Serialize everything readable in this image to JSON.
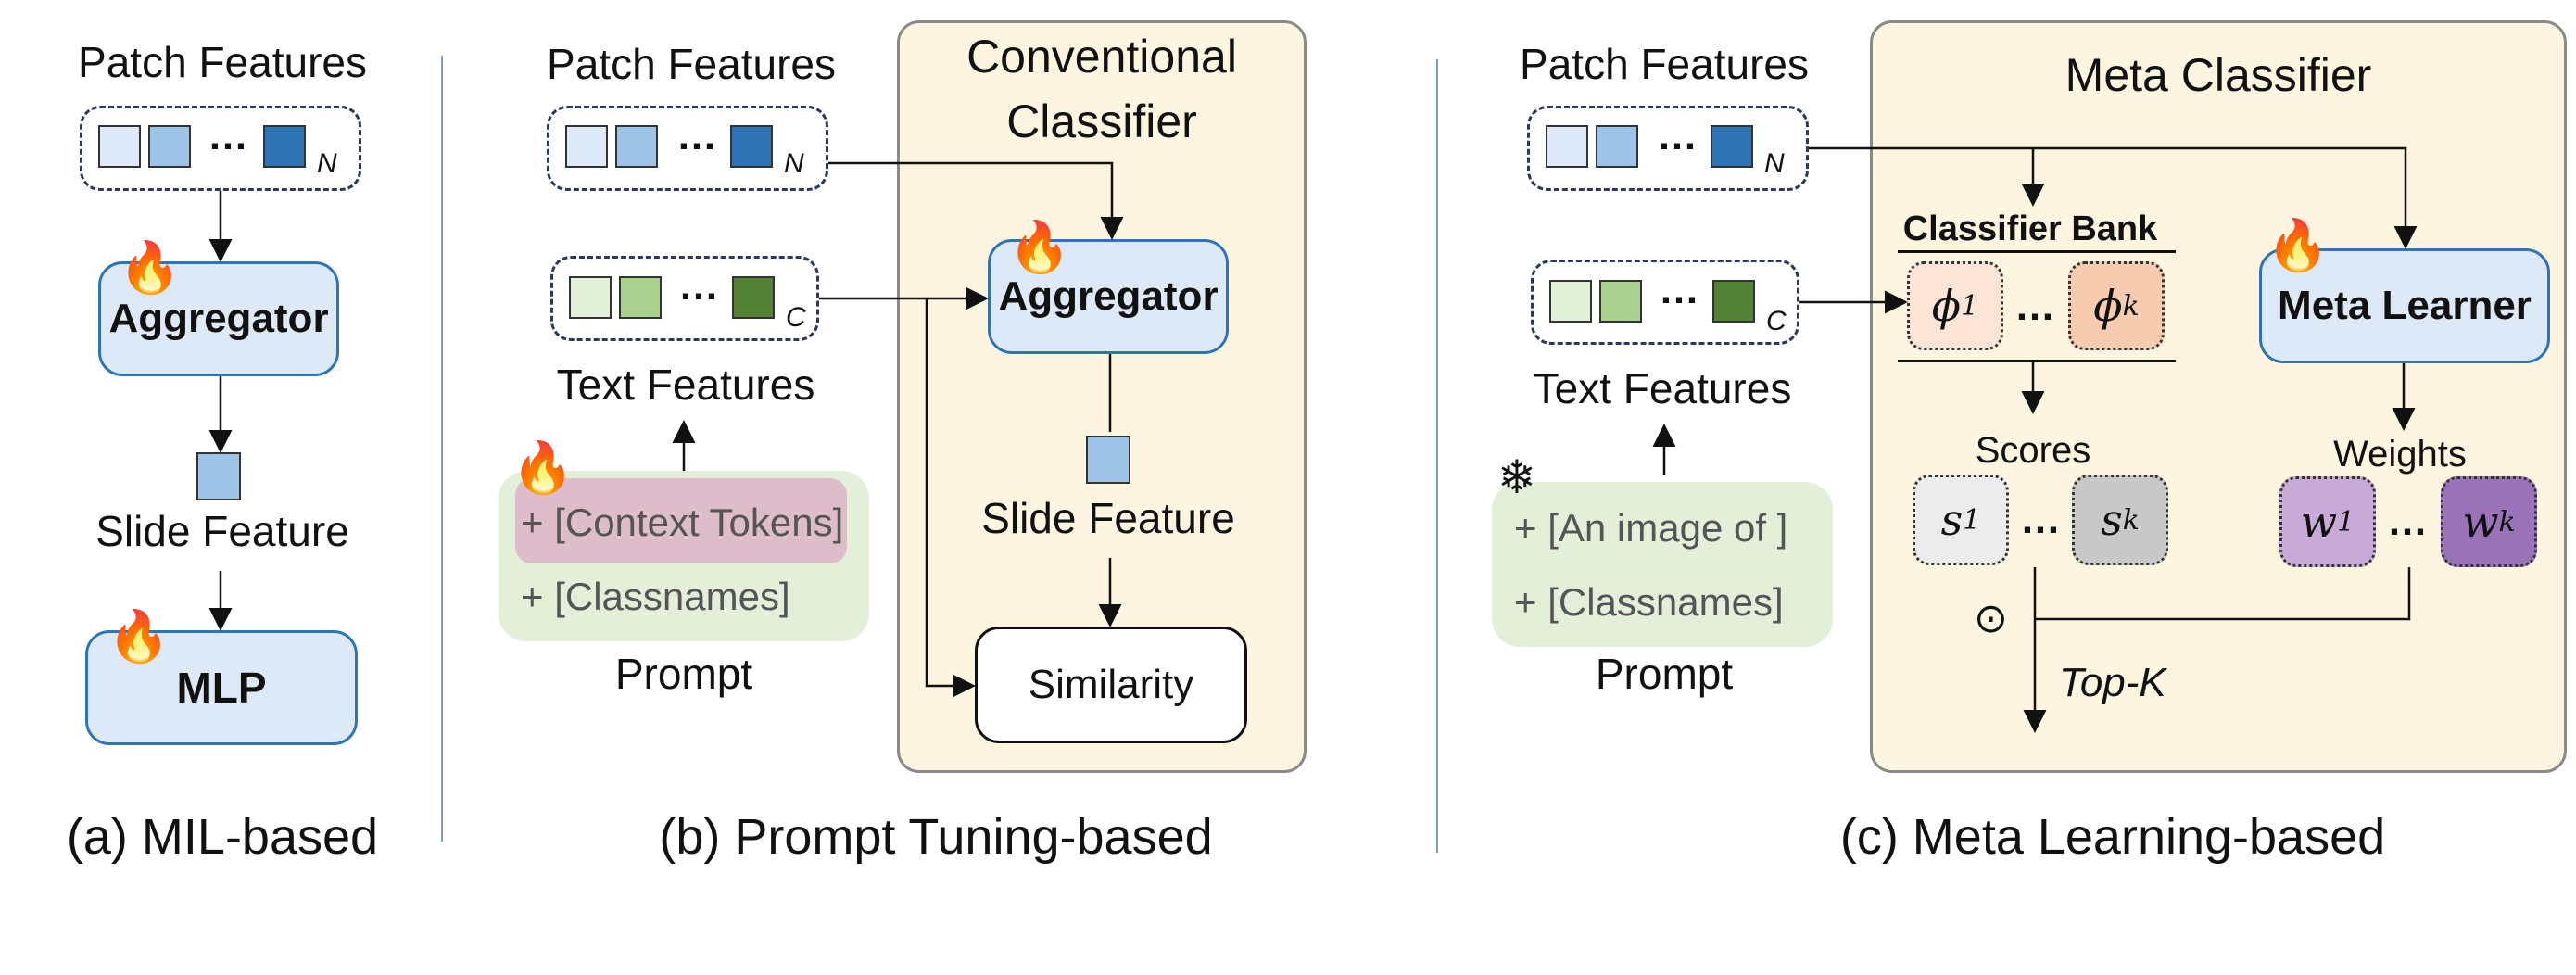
{
  "panel_a": {
    "patch_features": "Patch Features",
    "patch_subscript": "N",
    "aggregator": "Aggregator",
    "slide_feature": "Slide Feature",
    "mlp": "MLP",
    "caption": "(a) MIL-based"
  },
  "panel_b": {
    "patch_features": "Patch Features",
    "patch_subscript": "N",
    "text_subscript": "C",
    "text_features": "Text Features",
    "context_tokens": "+ [Context Tokens]",
    "classnames": "+ [Classnames]",
    "prompt": "Prompt",
    "classifier_title_line1": "Conventional",
    "classifier_title_line2": "Classifier",
    "aggregator": "Aggregator",
    "slide_feature": "Slide Feature",
    "similarity": "Similarity",
    "caption": "(b) Prompt Tuning-based"
  },
  "panel_c": {
    "patch_features": "Patch Features",
    "patch_subscript": "N",
    "text_subscript": "C",
    "text_features": "Text Features",
    "prompt_line1": "+ [An image of ]",
    "prompt_line2": "+ [Classnames]",
    "prompt": "Prompt",
    "meta_title": "Meta Classifier",
    "classifier_bank": "Classifier Bank",
    "phi_1": "ϕ",
    "phi_1_sub": "1",
    "phi_k": "ϕ",
    "phi_k_sub": "k",
    "scores": "Scores",
    "s_1": "s",
    "s_1_sub": "1",
    "s_k": "s",
    "s_k_sub": "k",
    "meta_learner": "Meta Learner",
    "weights": "Weights",
    "w_1": "w",
    "w_1_sub": "1",
    "w_k": "w",
    "w_k_sub": "k",
    "odot": "⊙",
    "topk": "Top-K",
    "caption": "(c) Meta Learning-based"
  },
  "ellipsis": "…",
  "icons": {
    "trainable": "fire-icon",
    "frozen": "snowflake-icon"
  },
  "colors": {
    "light_blue_node": "#dde9f6",
    "node_border": "#2f75b5",
    "patch_dark": "#2e74b5",
    "text_dark": "#538135",
    "panel_bg": "#fdf5e0",
    "prompt_bg": "#e3efd9",
    "context_token": "#dcbdc9",
    "phi_fill": "#f6cbb0",
    "score_fill": "#c8c8c8",
    "weight_fill": "#9a72b8"
  }
}
